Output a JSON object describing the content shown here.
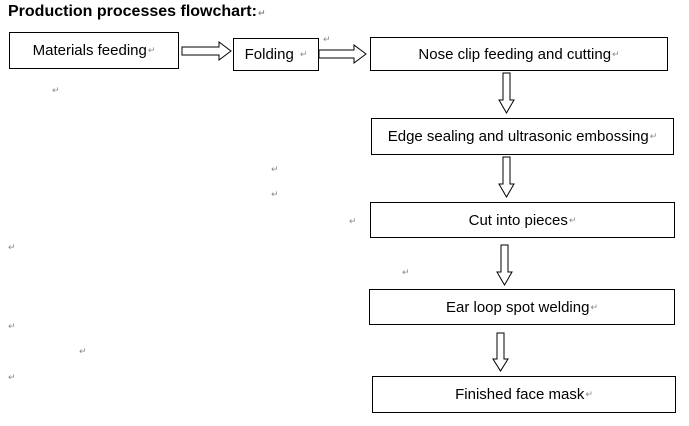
{
  "title": "Production processes flowchart:",
  "return_mark": "↵",
  "steps": [
    {
      "label": "Materials feeding"
    },
    {
      "label": "Folding"
    },
    {
      "label": "Nose clip feeding and cutting"
    },
    {
      "label": "Edge sealing and ultrasonic embossing"
    },
    {
      "label": "Cut into pieces"
    },
    {
      "label": "Ear loop spot welding"
    },
    {
      "label": "Finished face mask"
    }
  ]
}
